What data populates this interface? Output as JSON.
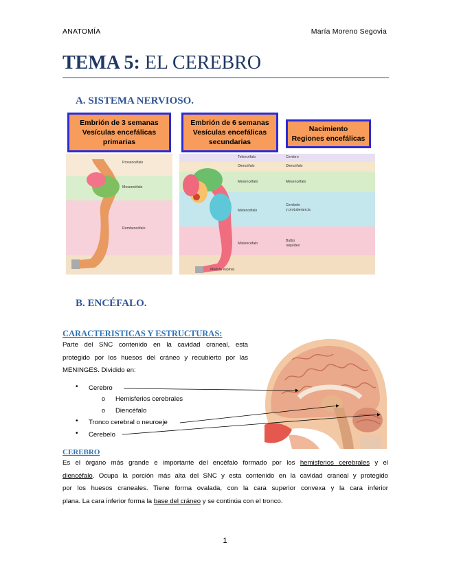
{
  "header": {
    "left": "ANATOMÍA",
    "right": "María Moreno Segovia"
  },
  "title": {
    "bold": "TEMA 5:",
    "rest": " EL CEREBRO"
  },
  "section_a": "A.  SISTEMA NERVIOSO.",
  "figure1": {
    "box1": [
      "Embrión de 3 semanas",
      "Vesículas encefálicas",
      "primarias"
    ],
    "box2": [
      "Embrión de 6 semanas",
      "Vesículas encefálicas",
      "secundarias"
    ],
    "box3": [
      "Nacimiento",
      "Regiones encefálicas"
    ],
    "left_labels": [
      "Prosencéfalo",
      "Mesencéfalo",
      "Rombencéfalo"
    ],
    "mid_labels": [
      "Telencéfalo",
      "Diencéfalo",
      "Mesencéfalo",
      "Metencéfalo",
      "Mielencéfalo",
      "Médula espinal"
    ],
    "right_labels": [
      "Cerebro",
      "Diencéfalo",
      "Mesencéfalo",
      "Cerebelo",
      "y protuberancia",
      "Bulbo",
      "raquídeo"
    ],
    "colors": {
      "box_fill": "#f79c5a",
      "box_border": "#2b2bd6",
      "band_pink": "#f7c4cf",
      "band_green": "#cfe6b2",
      "band_cyan": "#bfe4ec",
      "band_orange": "#fbd3b0"
    }
  },
  "section_b": "B.  ENCÉFALO.",
  "subheading1": "CARACTERISTICAS Y ESTRUCTURAS:",
  "intro_lines": [
    "Parte del SNC contenido en la cavidad craneal, esta",
    "protegido por los huesos del cráneo y recubierto por las",
    "MENINGES. Dividido en:"
  ],
  "list": {
    "cerebro": "Cerebro",
    "hemisferios": "Hemisferios cerebrales",
    "diencefalo": "Diencéfalo",
    "tronco": "Tronco cerebral o neuroeje",
    "cerebelo": "Cerebelo",
    "bullet": "•",
    "sub_bullet": "o"
  },
  "subheading2": "CEREBRO",
  "para": {
    "l1a": "Es el órgano más grande e importante del encéfalo formado por los ",
    "l1u": "hemisferios cerebrales",
    "l1b": " y el",
    "l2u": "diencéfalo",
    "l2b": ". Ocupa la porción más alta del SNC y esta contenido en la cavidad craneal y protegido",
    "l3": "por los huesos craneales. Tiene forma ovalada, con la cara superior convexa y la cara inferior",
    "l4a": "plana. La cara inferior forma la ",
    "l4u": "base del cráneo",
    "l4b": " y se continúa con el tronco."
  },
  "page_number": "1"
}
